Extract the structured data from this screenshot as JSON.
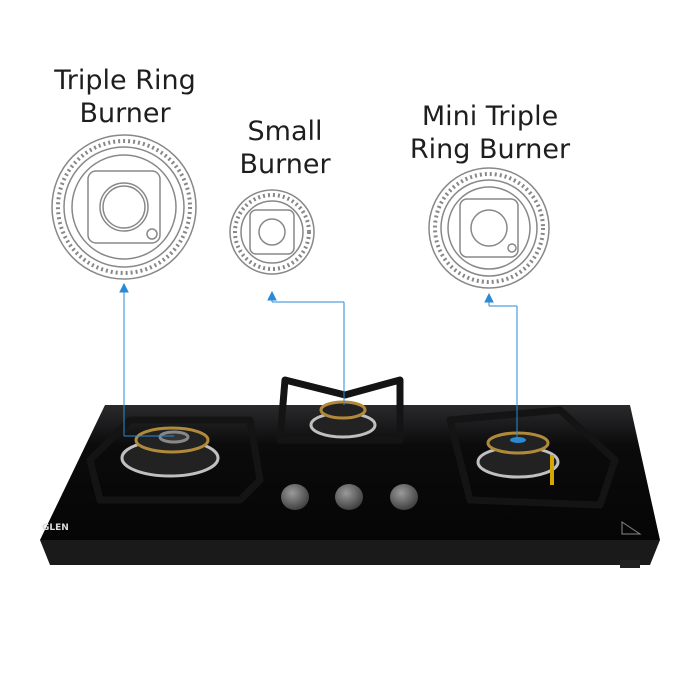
{
  "labels": {
    "triple_ring": "Triple Ring\nBurner",
    "small": "Small\nBurner",
    "mini_triple_ring": "Mini Triple\nRing Burner"
  },
  "brand_logo": "GLEN",
  "colors": {
    "glass": "#0b0b0c",
    "leader_line": "#2a8ad4",
    "burner_outline": "#888888",
    "brass": "#b08a3a"
  }
}
